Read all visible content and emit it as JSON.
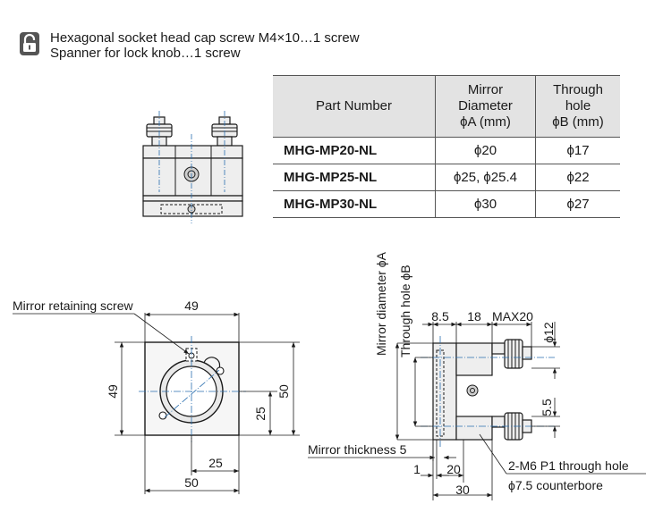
{
  "accessories": {
    "icon": "lock-screw-icon",
    "line1": "Hexagonal socket head cap screw M4×10…1 screw",
    "line2": "Spanner for lock knob…1 screw"
  },
  "table": {
    "headers": {
      "part_number": "Part Number",
      "mirror_diameter": [
        "Mirror",
        "Diameter",
        "ϕA (mm)"
      ],
      "through_hole": [
        "Through",
        "hole",
        "ϕB (mm)"
      ]
    },
    "rows": [
      {
        "part": "MHG-MP20-NL",
        "mirror": "ϕ20",
        "hole": "ϕ17"
      },
      {
        "part": "MHG-MP25-NL",
        "mirror": "ϕ25, ϕ25.4",
        "hole": "ϕ22"
      },
      {
        "part": "MHG-MP30-NL",
        "mirror": "ϕ30",
        "hole": "ϕ27"
      }
    ]
  },
  "front_view": {
    "callout": "Mirror retaining screw",
    "dim_top_width": "49",
    "dim_left_height": "49",
    "dim_right_height": "50",
    "dim_center_height": "25",
    "dim_center_width": "25",
    "dim_bottom_width": "50"
  },
  "side_view": {
    "label_mirror_diameter": "Mirror diameter ϕA",
    "label_through_hole": "Through hole ϕB",
    "dim_8_5": "8.5",
    "dim_18": "18",
    "dim_max20": "MAX20",
    "dim_phi12": "ϕ12",
    "dim_5_5": "5.5",
    "label_mirror_thickness": "Mirror thickness 5",
    "dim_1": "1",
    "dim_20": "20",
    "dim_30": "30",
    "label_through_hole_m6": "2-M6 P1 through hole",
    "label_counterbore": "ϕ7.5 counterbore"
  }
}
